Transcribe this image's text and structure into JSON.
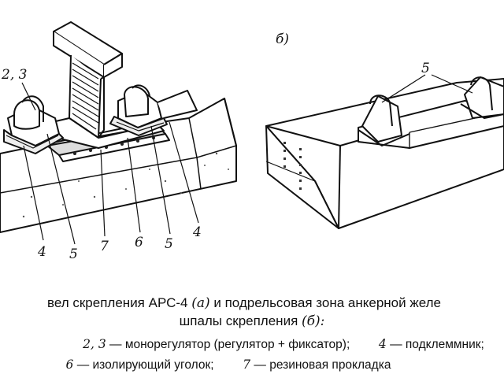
{
  "figure": {
    "panel_a_labels": [
      "2, 3",
      "4",
      "5",
      "7",
      "6",
      "5",
      "4"
    ],
    "panel_b_labels": [
      "б)",
      "5"
    ]
  },
  "caption": {
    "line1_text": "вел скрепления АРС-4",
    "line1_a": "(а)",
    "line1_rest": "и подрельсовая зона анкерной желе",
    "line2_text": "шпалы скрепления",
    "line2_b": "(б):",
    "item_2_3_num": "2, 3",
    "item_2_3_text": "— монорегулятор (регулятор + фиксатор);",
    "item_4_num": "4",
    "item_4_text": "— подклеммник;",
    "item_6_num": "6",
    "item_6_text": "— изолирующий уголок;",
    "item_7_num": "7",
    "item_7_text": "— резиновая прокладка"
  }
}
